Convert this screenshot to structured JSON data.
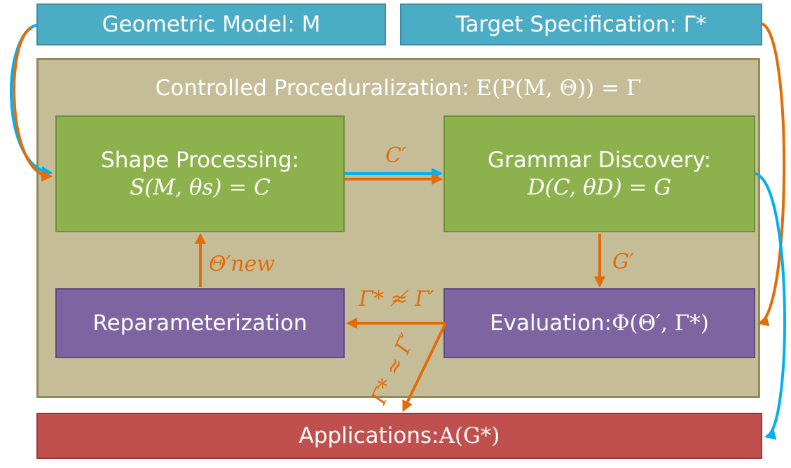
{
  "header": {
    "geometric_model": "Geometric Model: M",
    "target_specification": "Target Specification: Γ*"
  },
  "container": {
    "title_text": "Controlled Proceduralization: ",
    "title_formula": "E(P(M, Θ)) = Γ"
  },
  "nodes": {
    "shape_processing": {
      "title": "Shape Processing:",
      "formula": "S(M, θs) = C"
    },
    "grammar_discovery": {
      "title": "Grammar Discovery:",
      "formula": "D(C, θD) = G"
    },
    "reparameterization": {
      "label": "Reparameterization"
    },
    "evaluation": {
      "label": "Evaluation: ",
      "formula": "Φ(Θ′, Γ*)"
    },
    "applications": {
      "label": "Applications: ",
      "formula": "A(G*)"
    }
  },
  "edge_labels": {
    "c_prime": "C′",
    "g_prime": "G′",
    "theta_new": "Θ′new",
    "not_approx": "Γ* ≉ Γ′",
    "approx": "Γ* ≈ Γ′"
  },
  "colors": {
    "orange_arrow": "#e36c09",
    "blue_arrow": "#00b0f0",
    "header_blue": "#4bacc6",
    "container": "#c4bd97",
    "green_box": "#8db14c",
    "purple_box": "#7f64a2",
    "red_box": "#c0504d"
  }
}
